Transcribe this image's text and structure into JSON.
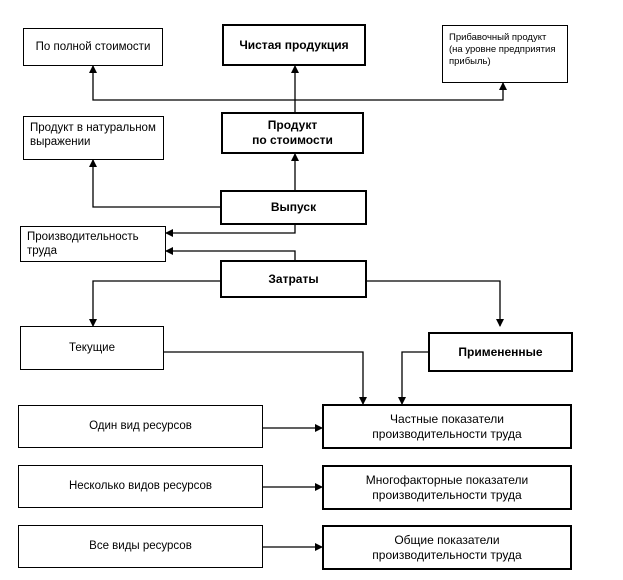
{
  "boxes": {
    "full_cost": "По полной стоимости",
    "net_product": "Чистая продукция",
    "surplus_product": "Прибавочный продукт\n(на уровне предприятия\nприбыль)",
    "natural_product": "Продукт в натуральном\nвыражении",
    "product_by_cost": "Продукт\nпо стоимости",
    "output": "Выпуск",
    "productivity": "Производительность\nтруда",
    "costs": "Затраты",
    "current": "Текущие",
    "applied": "Примененные",
    "one_resource": "Один вид ресурсов",
    "several_resources": "Несколько видов ресурсов",
    "all_resources": "Все виды ресурсов",
    "partial_indicators": "Частные показатели\nпроизводительности труда",
    "multifactor_indicators": "Многофакторные показатели\nпроизводительности труда",
    "general_indicators": "Общие показатели\nпроизводительности труда"
  }
}
